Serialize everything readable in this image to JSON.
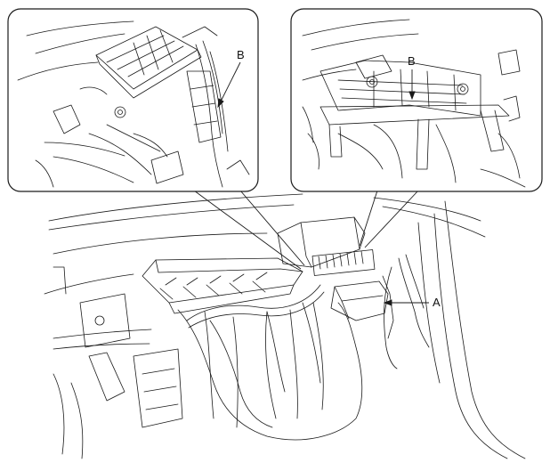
{
  "callouts": {
    "a": "A",
    "b_left": "B",
    "b_right": "B"
  },
  "colors": {
    "line": "#1a1a1a",
    "background": "#ffffff"
  }
}
